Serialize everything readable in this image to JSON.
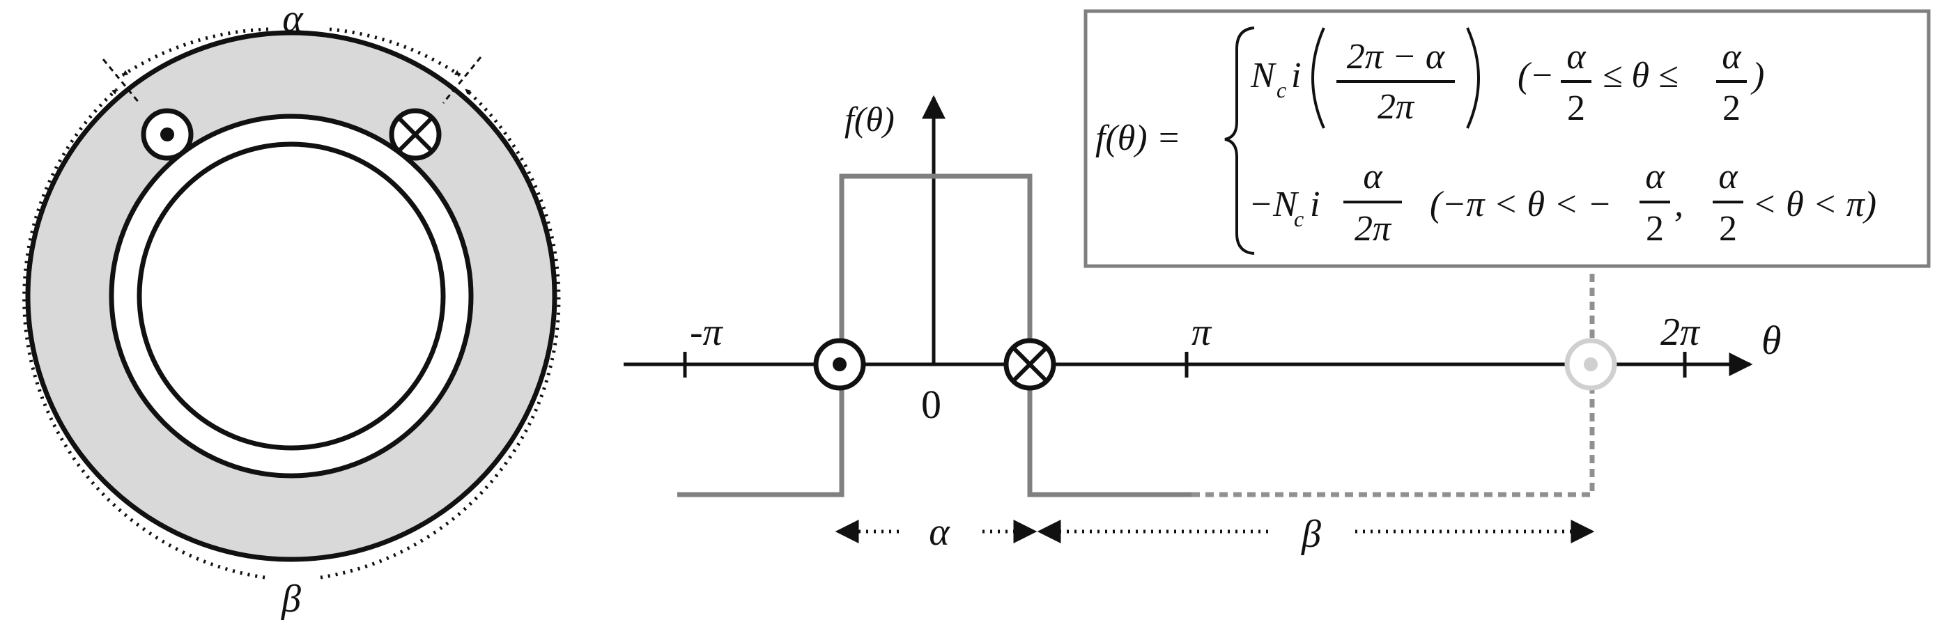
{
  "colors": {
    "ink": "#111111",
    "stator_fill": "#d9d9d9",
    "waveform": "#808080",
    "ghost_conductor": "#d0d0d0",
    "box_border": "#7f7f7f"
  },
  "machine": {
    "alpha_label": "α",
    "beta_label": "β",
    "conductor_out": "dot-conductor-icon",
    "conductor_in": "cross-conductor-icon"
  },
  "plot": {
    "y_label": "f(θ)",
    "x_label": "θ",
    "ticks": [
      "-π",
      "0",
      "π",
      "2π"
    ],
    "alpha_label": "α",
    "beta_label": "β"
  },
  "formula": {
    "lhs": "f(θ) =",
    "case1": {
      "factor": "N",
      "factor_sub": "c",
      "current": "i",
      "numerator": "2π − α",
      "denominator": "2π",
      "cond_open": "(−",
      "cond_num_left": "α",
      "cond_den_left": "2",
      "cond_mid": "≤ θ ≤",
      "cond_num_right": "α",
      "cond_den_right": "2",
      "cond_close": ")"
    },
    "case2": {
      "prefix": "−N",
      "prefix_sub": "c",
      "current": "i",
      "numerator": "α",
      "denominator": "2π",
      "cond_open": "(−π < θ < −",
      "cond_num_left": "α",
      "cond_den_left": "2",
      "cond_comma": ",",
      "cond_num_right": "α",
      "cond_den_right": "2",
      "cond_close": "< θ < π)"
    }
  }
}
